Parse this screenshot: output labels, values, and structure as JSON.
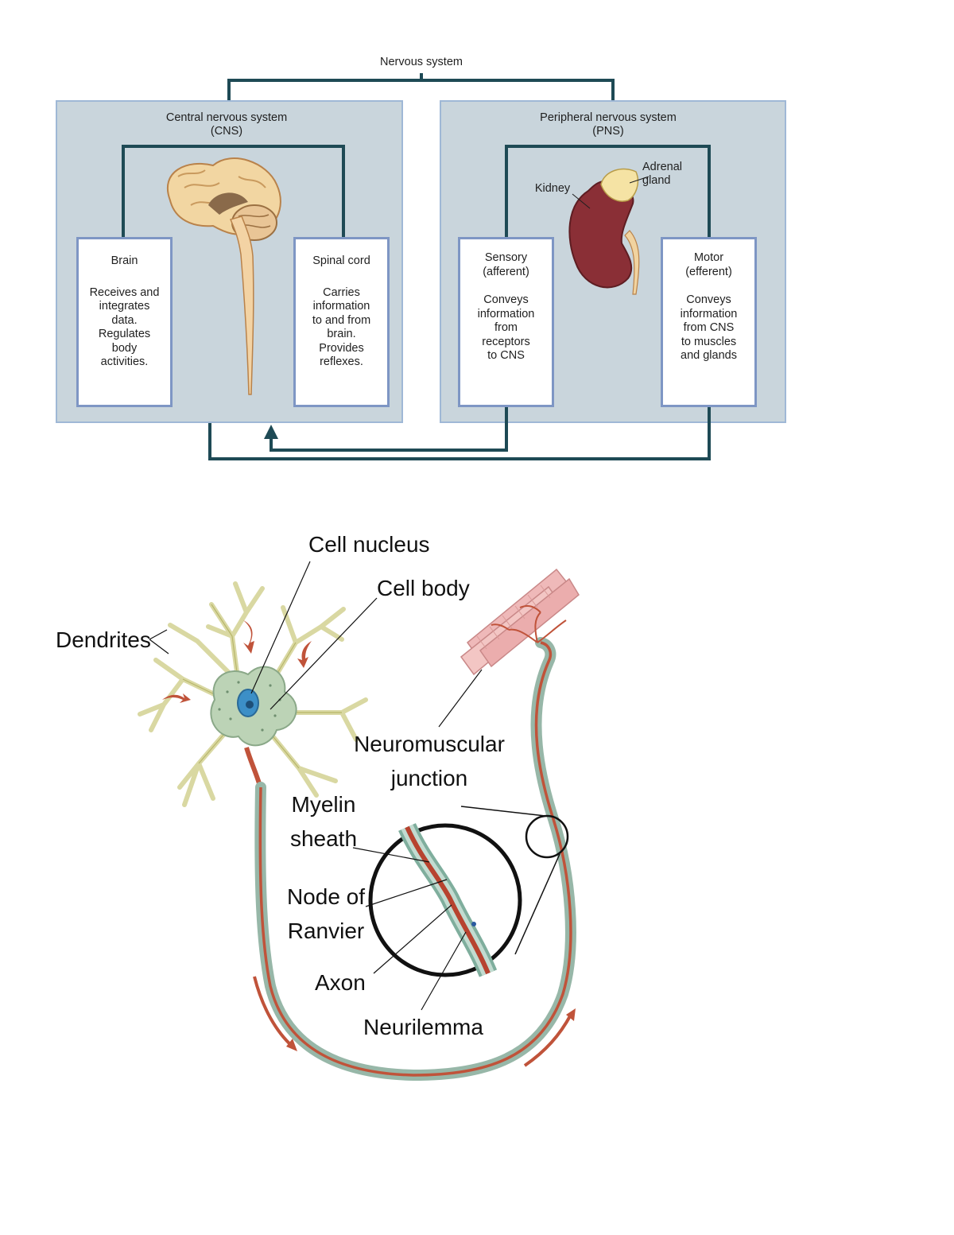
{
  "flowchart": {
    "title": "Nervous system",
    "cns": {
      "title": "Central nervous system\n(CNS)",
      "brain": {
        "title": "Brain",
        "desc": "Receives and\nintegrates\ndata.\nRegulates\nbody\nactivities."
      },
      "spinal_cord": {
        "title": "Spinal cord",
        "desc": "Carries\ninformation\nto and from\nbrain.\nProvides\nreflexes."
      }
    },
    "pns": {
      "title": "Peripheral nervous system\n(PNS)",
      "sensory": {
        "title": "Sensory\n(afferent)",
        "desc": "Conveys\ninformation\nfrom\nreceptors\nto CNS"
      },
      "motor": {
        "title": "Motor\n(efferent)",
        "desc": "Conveys\ninformation\nfrom CNS\nto muscles\nand glands"
      },
      "kidney_label": "Kidney",
      "adrenal_label": "Adrenal\ngland"
    }
  },
  "neuron": {
    "labels": {
      "cell_nucleus": "Cell nucleus",
      "cell_body": "Cell body",
      "dendrites": "Dendrites",
      "neuromuscular_junction": "Neuromuscular\njunction",
      "myelin_sheath": "Myelin\nsheath",
      "node_of_ranvier": "Node of\nRanvier",
      "axon": "Axon",
      "neurilemma": "Neurilemma"
    }
  },
  "colors": {
    "panel": "#c9d5dc",
    "connector": "#1e4a55",
    "box_border": "#7e96c4",
    "axon": "#c0533a",
    "cell_body": "#bcd3b6",
    "kidney": "#8a2f36",
    "muscle": "#efb9b9"
  }
}
